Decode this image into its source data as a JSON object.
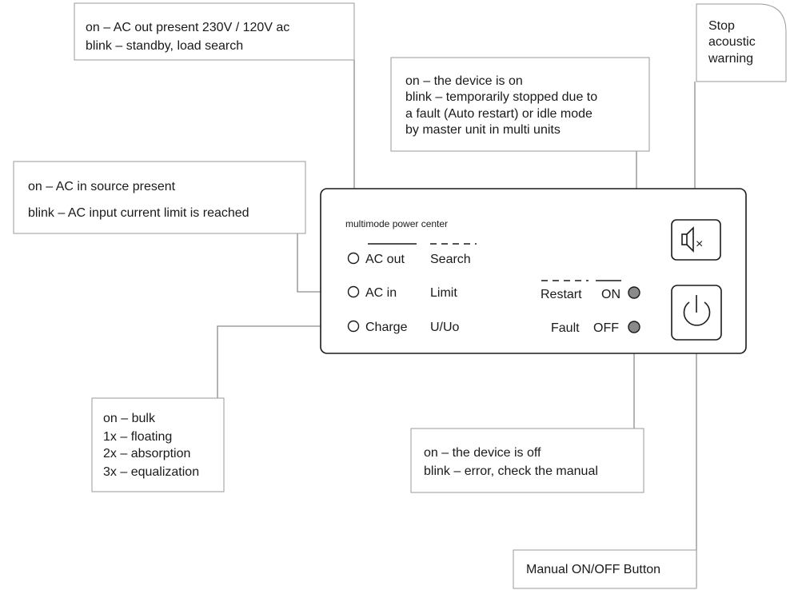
{
  "panel": {
    "title": "multimode power center",
    "leds_left": [
      {
        "label": "AC out",
        "mode": "Search"
      },
      {
        "label": "AC in",
        "mode": "Limit"
      },
      {
        "label": "Charge",
        "mode": "U/Uo"
      }
    ],
    "leds_right": [
      {
        "label": "Restart",
        "state": "ON"
      },
      {
        "label": "Fault",
        "state": "OFF"
      }
    ],
    "buttons": {
      "mute_symbol": "×",
      "mute_icon": "speaker-mute-icon",
      "power_icon": "power-icon"
    }
  },
  "callouts": {
    "ac_out": {
      "lines": [
        "on – AC out present 230V / 120V ac",
        "blink – standby, load search"
      ]
    },
    "ac_in": {
      "lines": [
        "on – AC in source present",
        "blink – AC input current limit is reached"
      ]
    },
    "on_led": {
      "lines": [
        "on – the device is on",
        "blink – temporarily stopped due to",
        "a fault (Auto restart) or idle mode",
        "by master unit in multi units"
      ]
    },
    "stop_warning": {
      "lines": [
        "Stop",
        "acoustic",
        "warning"
      ]
    },
    "charge": {
      "lines": [
        "on – bulk",
        "1x – floating",
        "2x – absorption",
        "3x – equalization"
      ]
    },
    "off_led": {
      "lines": [
        "on – the device is off",
        "blink – error, check the manual"
      ]
    },
    "manual_button": {
      "lines": [
        "Manual ON/OFF Button"
      ]
    }
  },
  "colors": {
    "callout_border": "#9a9a9a",
    "leader_line": "#8c8c8c",
    "led_filled": "#8a8a8a",
    "outline": "#1a1a1a"
  }
}
